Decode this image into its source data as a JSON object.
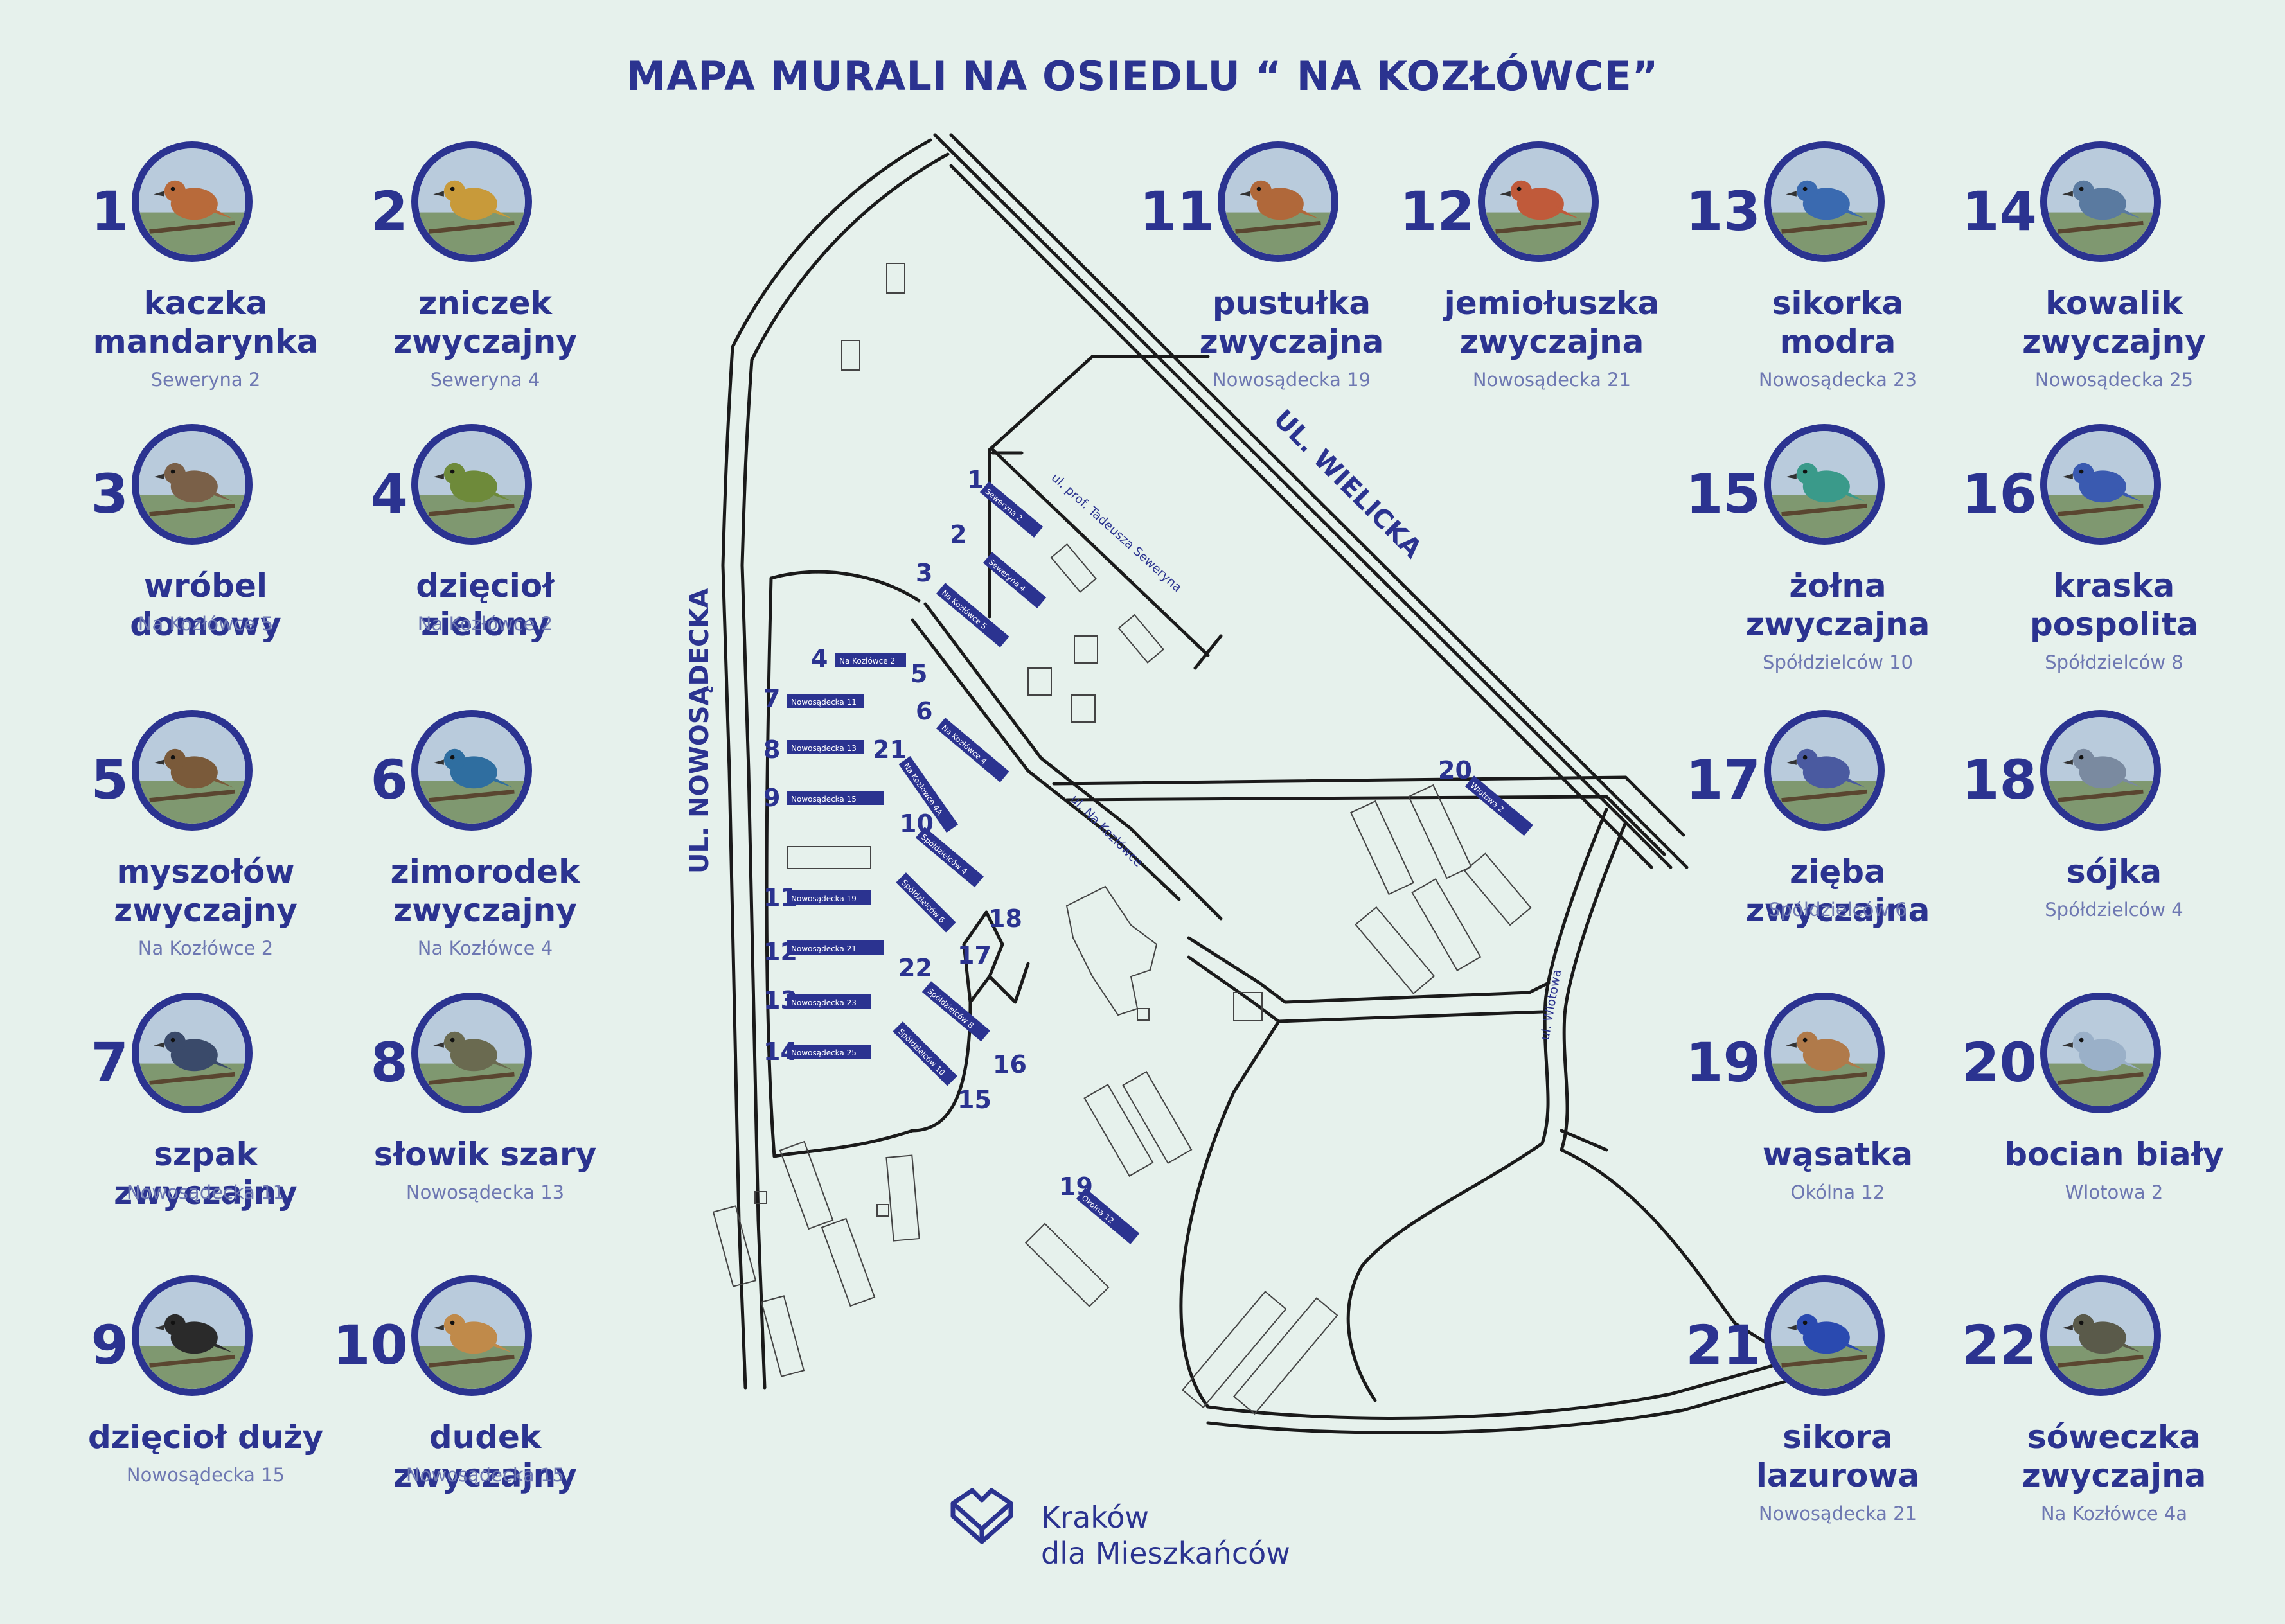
{
  "title": "MAPA MURALI NA OSIEDLU “ NA KOZŁÓWCE”",
  "colors": {
    "background": "#e6f1ec",
    "accent": "#2b3390",
    "address": "#6e78b2",
    "road": "#1a1a1a"
  },
  "murals": [
    {
      "number": "1",
      "name": "kaczka\nmandarynka",
      "address": "Seweryna 2",
      "photo": "#b86a3a"
    },
    {
      "number": "2",
      "name": "zniczek\nzwyczajny",
      "address": "Seweryna 4",
      "photo": "#c89a3a"
    },
    {
      "number": "3",
      "name": "wróbel domowy",
      "address": "Na Kozłówce 5",
      "photo": "#7a6048"
    },
    {
      "number": "4",
      "name": "dzięcioł zielony",
      "address": "Na Kozłówce 2",
      "photo": "#6e8a3a"
    },
    {
      "number": "5",
      "name": "myszołów\nzwyczajny",
      "address": "Na Kozłówce 2",
      "photo": "#7a5a3a"
    },
    {
      "number": "6",
      "name": "zimorodek\nzwyczajny",
      "address": "Na Kozłówce 4",
      "photo": "#2f6ea0"
    },
    {
      "number": "7",
      "name": "szpak zwyczajny",
      "address": "Nowosądecka 11",
      "photo": "#3a4a6a"
    },
    {
      "number": "8",
      "name": "słowik szary",
      "address": "Nowosądecka 13",
      "photo": "#6a6a50"
    },
    {
      "number": "9",
      "name": "dzięcioł duży",
      "address": "Nowosądecka 15",
      "photo": "#2a2a2a"
    },
    {
      "number": "10",
      "name": "dudek zwyczajny",
      "address": "Nowosądecka 15",
      "photo": "#c08a4a"
    },
    {
      "number": "11",
      "name": "pustułka\nzwyczajna",
      "address": "Nowosądecka 19",
      "photo": "#b0683a"
    },
    {
      "number": "12",
      "name": "jemiołuszka\nzwyczajna",
      "address": "Nowosądecka 21",
      "photo": "#c05a3a"
    },
    {
      "number": "13",
      "name": "sikorka\nmodra",
      "address": "Nowosądecka 23",
      "photo": "#3a6ab0"
    },
    {
      "number": "14",
      "name": "kowalik\nzwyczajny",
      "address": "Nowosądecka 25",
      "photo": "#5a7aa0"
    },
    {
      "number": "15",
      "name": "żołna\nzwyczajna",
      "address": "Spółdzielców 10",
      "photo": "#3a9a8a"
    },
    {
      "number": "16",
      "name": "kraska\npospolita",
      "address": "Spółdzielców 8",
      "photo": "#3a5ab0"
    },
    {
      "number": "17",
      "name": "zięba zwyczajna",
      "address": "Spółdzielców 6",
      "photo": "#4a5aa0"
    },
    {
      "number": "18",
      "name": "sójka",
      "address": "Spółdzielców 4",
      "photo": "#7a8aa0"
    },
    {
      "number": "19",
      "name": "wąsatka",
      "address": "Okólna 12",
      "photo": "#b07a4a"
    },
    {
      "number": "20",
      "name": "bocian biały",
      "address": "Wlotowa 2",
      "photo": "#9ab0c8"
    },
    {
      "number": "21",
      "name": "sikora\nlazurowa",
      "address": "Nowosądecka 21",
      "photo": "#2a4ab0"
    },
    {
      "number": "22",
      "name": "sóweczka\nzwyczajna",
      "address": "Na Kozłówce 4a",
      "photo": "#5a5a4a"
    }
  ],
  "map": {
    "streets": {
      "wielicka": "UL. WIELICKA",
      "nowosadecka": "UL. NOWOSĄDECKA",
      "seweryna": "ul. prof. Tadeusza Seweryna",
      "na_kozlowce": "ul. Na Kozłówce",
      "wlotowa": "ul. Wlotowa"
    },
    "tags": [
      {
        "number": "1",
        "label": "Seweryna 2"
      },
      {
        "number": "2",
        "label": "Seweryna 4"
      },
      {
        "number": "3",
        "label": "Na Kozłówce 5"
      },
      {
        "number": "4",
        "label": "Na Kozłówce 2"
      },
      {
        "number": "5",
        "label": ""
      },
      {
        "number": "6",
        "label": "Na Kozłówce 4"
      },
      {
        "number": "21",
        "label": "Na Kozłówce 4A"
      },
      {
        "number": "7",
        "label": "Nowosądecka 11"
      },
      {
        "number": "8",
        "label": "Nowosądecka 13"
      },
      {
        "number": "9",
        "label": "Nowosądecka 15"
      },
      {
        "number": "10",
        "label": "Spółdzielców 4"
      },
      {
        "number": "18",
        "label": ""
      },
      {
        "number": "17",
        "label": "Spółdzielców 6"
      },
      {
        "number": "11",
        "label": "Nowosądecka 19"
      },
      {
        "number": "12",
        "label": "Nowosądecka 21"
      },
      {
        "number": "22",
        "label": "Spółdzielców 8"
      },
      {
        "number": "13",
        "label": "Nowosądecka 23"
      },
      {
        "number": "14",
        "label": "Nowosądecka 25"
      },
      {
        "number": "16",
        "label": "Spółdzielców 10"
      },
      {
        "number": "15",
        "label": ""
      },
      {
        "number": "19",
        "label": "Okólna 12"
      },
      {
        "number": "20",
        "label": "Wlotowa 2"
      }
    ]
  },
  "logo": {
    "line1": "Kraków",
    "line2": "dla Mieszkańców",
    "icon": "heart-house-icon"
  }
}
